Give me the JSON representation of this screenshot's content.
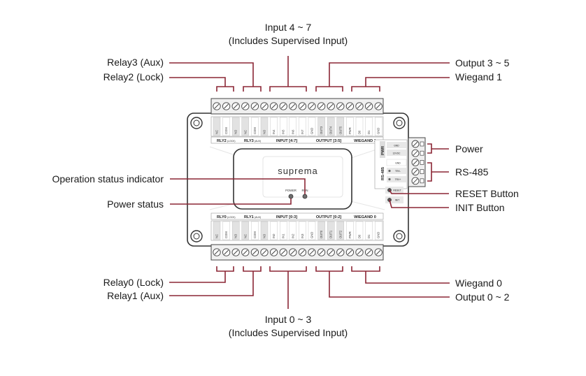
{
  "labels": {
    "input_top_1": "Input 4 ~ 7",
    "input_top_2": "(Includes Supervised Input)",
    "relay3": "Relay3 (Aux)",
    "relay2": "Relay2 (Lock)",
    "output_top": "Output 3 ~ 5",
    "wiegand1": "Wiegand 1",
    "power": "Power",
    "rs485": "RS-485",
    "reset_button": "RESET Button",
    "init_button": "INIT Button",
    "operation_status": "Operation status indicator",
    "power_status": "Power status",
    "relay0": "Relay0 (Lock)",
    "relay1": "Relay1 (Aux)",
    "wiegand0": "Wiegand 0",
    "output_bottom": "Output 0 ~ 2",
    "input_bot_1": "Input 0 ~ 3",
    "input_bot_2": "(Includes Supervised Input)"
  },
  "device": {
    "brand": "suprema",
    "led_power": "POWER",
    "led_run": "RUN",
    "top_groups": {
      "rly2": "RLY2",
      "rly2_sub": "(LOCK)",
      "rly3": "RLY3",
      "rly3_sub": "(AUX)",
      "input": "INPUT [4:7]",
      "output": "OUTPUT [3:5]",
      "wiegand": "WIEGAND 1"
    },
    "bottom_groups": {
      "rly0": "RLY0",
      "rly0_sub": "(LOCK)",
      "rly1": "RLY1",
      "rly1_sub": "(AUX)",
      "input": "INPUT [0:3]",
      "output": "OUTPUT [0:2]",
      "wiegand": "WIEGAND 0"
    },
    "side": {
      "pwr": "PWR",
      "gnd": "GND",
      "v12": "12VDC",
      "rs485": "RS-485",
      "gnd2": "GND",
      "trx_neg": "TRX-",
      "trx_pos": "TRX+",
      "reset": "RESET",
      "init": "INIT"
    },
    "top_pins": [
      "NC",
      "COM",
      "NO",
      "NC",
      "COM",
      "NO",
      "IN4",
      "IN5",
      "IN6",
      "IN7",
      "GND",
      "OUT3",
      "OUT4",
      "OUT5",
      "PWR",
      "D0",
      "D1",
      "GND"
    ],
    "bottom_pins": [
      "NC",
      "COM",
      "NO",
      "NC",
      "COM",
      "NO",
      "IN0",
      "IN1",
      "IN2",
      "IN3",
      "GND",
      "OUT0",
      "OUT1",
      "OUT2",
      "PWR",
      "D0",
      "D1",
      "GND"
    ]
  }
}
